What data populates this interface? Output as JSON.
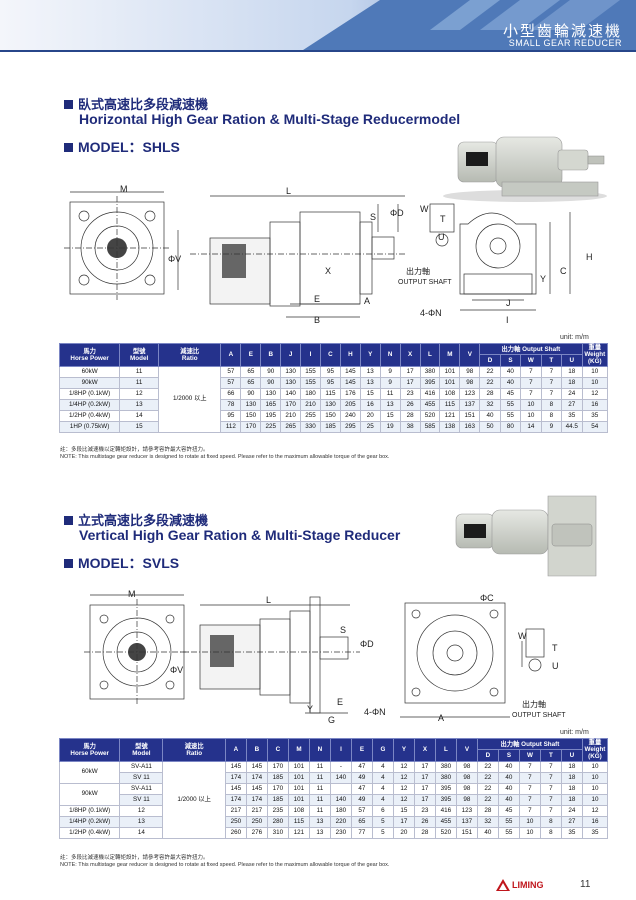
{
  "header": {
    "title": "小型齒輪減速機",
    "subtitle": "SMALL GEAR REDUCER"
  },
  "shls": {
    "heading_zh": "臥式高速比多段減速機",
    "heading_en": "Horizontal High Gear Ration & Multi-Stage Reducermodel",
    "model": "MODEL：SHLS",
    "dim_labels": {
      "M": "M",
      "L": "L",
      "S": "S",
      "phiD": "ΦD",
      "W": "W",
      "T": "T",
      "U": "U",
      "phiV": "ΦV",
      "X": "X",
      "H": "H",
      "C": "C",
      "Y": "Y",
      "E": "E",
      "A": "A",
      "B": "B",
      "J": "J",
      "I": "I",
      "N": "4-ΦN",
      "shaft_zh": "出力軸",
      "shaft_en": "OUTPUT SHAFT"
    },
    "unit": "unit: m/m",
    "col_output_shaft": "出力軸 Output Shaft",
    "col_weight_zh": "重量",
    "col_weight_en": "Weight (KG)",
    "headers": {
      "hp_zh": "馬力",
      "hp_en": "Horse Power",
      "model_zh": "型號",
      "model_en": "Model",
      "ratio_zh": "減速比",
      "ratio_en": "Ratio"
    },
    "dims": [
      "A",
      "E",
      "B",
      "J",
      "I",
      "C",
      "H",
      "Y",
      "N",
      "X",
      "L",
      "M",
      "V"
    ],
    "shaft_cols": [
      "D",
      "S",
      "W",
      "T",
      "U"
    ],
    "ratio_value": "1/2000 以上",
    "rows": [
      {
        "hp": "60kW",
        "model": "11",
        "vals": [
          "57",
          "65",
          "90",
          "130",
          "155",
          "95",
          "145",
          "13",
          "9",
          "17",
          "380",
          "101",
          "98"
        ],
        "shaft": [
          "22",
          "40",
          "7",
          "7",
          "18"
        ],
        "weight": "10"
      },
      {
        "hp": "90kW",
        "model": "11",
        "vals": [
          "57",
          "65",
          "90",
          "130",
          "155",
          "95",
          "145",
          "13",
          "9",
          "17",
          "395",
          "101",
          "98"
        ],
        "shaft": [
          "22",
          "40",
          "7",
          "7",
          "18"
        ],
        "weight": "10"
      },
      {
        "hp": "1/8HP (0.1kW)",
        "model": "12",
        "vals": [
          "66",
          "90",
          "130",
          "140",
          "180",
          "115",
          "176",
          "15",
          "11",
          "23",
          "416",
          "108",
          "123"
        ],
        "shaft": [
          "28",
          "45",
          "7",
          "7",
          "24"
        ],
        "weight": "12"
      },
      {
        "hp": "1/4HP (0.2kW)",
        "model": "13",
        "vals": [
          "78",
          "130",
          "165",
          "170",
          "210",
          "130",
          "205",
          "16",
          "13",
          "26",
          "455",
          "115",
          "137"
        ],
        "shaft": [
          "32",
          "55",
          "10",
          "8",
          "27"
        ],
        "weight": "16"
      },
      {
        "hp": "1/2HP (0.4kW)",
        "model": "14",
        "vals": [
          "95",
          "150",
          "195",
          "210",
          "255",
          "150",
          "240",
          "20",
          "15",
          "28",
          "520",
          "121",
          "151"
        ],
        "shaft": [
          "40",
          "55",
          "10",
          "8",
          "35"
        ],
        "weight": "35"
      },
      {
        "hp": "1HP (0.75kW)",
        "model": "15",
        "vals": [
          "112",
          "170",
          "225",
          "265",
          "330",
          "185",
          "295",
          "25",
          "19",
          "38",
          "585",
          "138",
          "163"
        ],
        "shaft": [
          "50",
          "80",
          "14",
          "9",
          "44.5"
        ],
        "weight": "54"
      }
    ],
    "note_zh": "註：多段比減速機以定轉矩設計，請參考容許最大容許扭力。",
    "note_en": "NOTE: This multistage gear reducer is designed to rotate at fixed speed.  Please refer to the maximum allowable torque of the gear box."
  },
  "svls": {
    "heading_zh": "立式高速比多段減速機",
    "heading_en": "Vertical High Gear Ration & Multi-Stage Reducer",
    "model": "MODEL：SVLS",
    "dim_labels": {
      "M": "M",
      "L": "L",
      "S": "S",
      "phiD": "ΦD",
      "phiC": "ΦC",
      "W": "W",
      "T": "T",
      "U": "U",
      "phiV": "ΦV",
      "E": "E",
      "Y": "Y",
      "G": "G",
      "N": "4-ΦN",
      "A": "A",
      "shaft_zh": "出力軸",
      "shaft_en": "OUTPUT SHAFT"
    },
    "unit": "unit: m/m",
    "col_output_shaft": "出力軸 Output Shaft",
    "col_weight_zh": "重量",
    "col_weight_en": "Weight (KG)",
    "headers": {
      "hp_zh": "馬力",
      "hp_en": "Horse Power",
      "model_zh": "型號",
      "model_en": "Model",
      "ratio_zh": "減速比",
      "ratio_en": "Ratio"
    },
    "dims": [
      "A",
      "B",
      "C",
      "M",
      "N",
      "I",
      "E",
      "G",
      "Y",
      "X",
      "L",
      "V"
    ],
    "shaft_cols": [
      "D",
      "S",
      "W",
      "T",
      "U"
    ],
    "ratio_value": "1/2000 以上",
    "rows": [
      {
        "hp": "60kW",
        "model": "SV-A11",
        "vals": [
          "145",
          "145",
          "170",
          "101",
          "11",
          "-",
          "47",
          "4",
          "12",
          "17",
          "380",
          "98"
        ],
        "shaft": [
          "22",
          "40",
          "7",
          "7",
          "18"
        ],
        "weight": "10"
      },
      {
        "hp": "",
        "model": "SV 11",
        "vals": [
          "174",
          "174",
          "185",
          "101",
          "11",
          "140",
          "49",
          "4",
          "12",
          "17",
          "380",
          "98"
        ],
        "shaft": [
          "22",
          "40",
          "7",
          "7",
          "18"
        ],
        "weight": "10"
      },
      {
        "hp": "90kW",
        "model": "SV-A11",
        "vals": [
          "145",
          "145",
          "170",
          "101",
          "11",
          "",
          "47",
          "4",
          "12",
          "17",
          "395",
          "98"
        ],
        "shaft": [
          "22",
          "40",
          "7",
          "7",
          "18"
        ],
        "weight": "10"
      },
      {
        "hp": "",
        "model": "SV 11",
        "vals": [
          "174",
          "174",
          "185",
          "101",
          "11",
          "140",
          "49",
          "4",
          "12",
          "17",
          "395",
          "98"
        ],
        "shaft": [
          "22",
          "40",
          "7",
          "7",
          "18"
        ],
        "weight": "10"
      },
      {
        "hp": "1/8HP (0.1kW)",
        "model": "12",
        "vals": [
          "217",
          "217",
          "235",
          "108",
          "11",
          "180",
          "57",
          "6",
          "15",
          "23",
          "416",
          "123"
        ],
        "shaft": [
          "28",
          "45",
          "7",
          "7",
          "24"
        ],
        "weight": "12"
      },
      {
        "hp": "1/4HP (0.2kW)",
        "model": "13",
        "vals": [
          "250",
          "250",
          "280",
          "115",
          "13",
          "220",
          "65",
          "5",
          "17",
          "26",
          "455",
          "137"
        ],
        "shaft": [
          "32",
          "55",
          "10",
          "8",
          "27"
        ],
        "weight": "16"
      },
      {
        "hp": "1/2HP (0.4kW)",
        "model": "14",
        "vals": [
          "260",
          "276",
          "310",
          "121",
          "13",
          "230",
          "77",
          "5",
          "20",
          "28",
          "520",
          "151"
        ],
        "shaft": [
          "40",
          "55",
          "10",
          "8",
          "35"
        ],
        "weight": "35"
      }
    ],
    "note_zh": "註：多段比減速機以定轉矩設計，請參考容許最大容許扭力。",
    "note_en": "NOTE: This multistage gear reducer is designed to rotate at fixed speed.  Please refer to the maximum allowable torque of the gear box."
  },
  "footer": {
    "brand": "LIMING",
    "page": "11"
  },
  "colors": {
    "navy": "#1f2b7a",
    "header_blue": "#4f79b8",
    "table_header": "#25328c",
    "row_alt": "#eaf0f8",
    "brand_red": "#c0161c"
  }
}
